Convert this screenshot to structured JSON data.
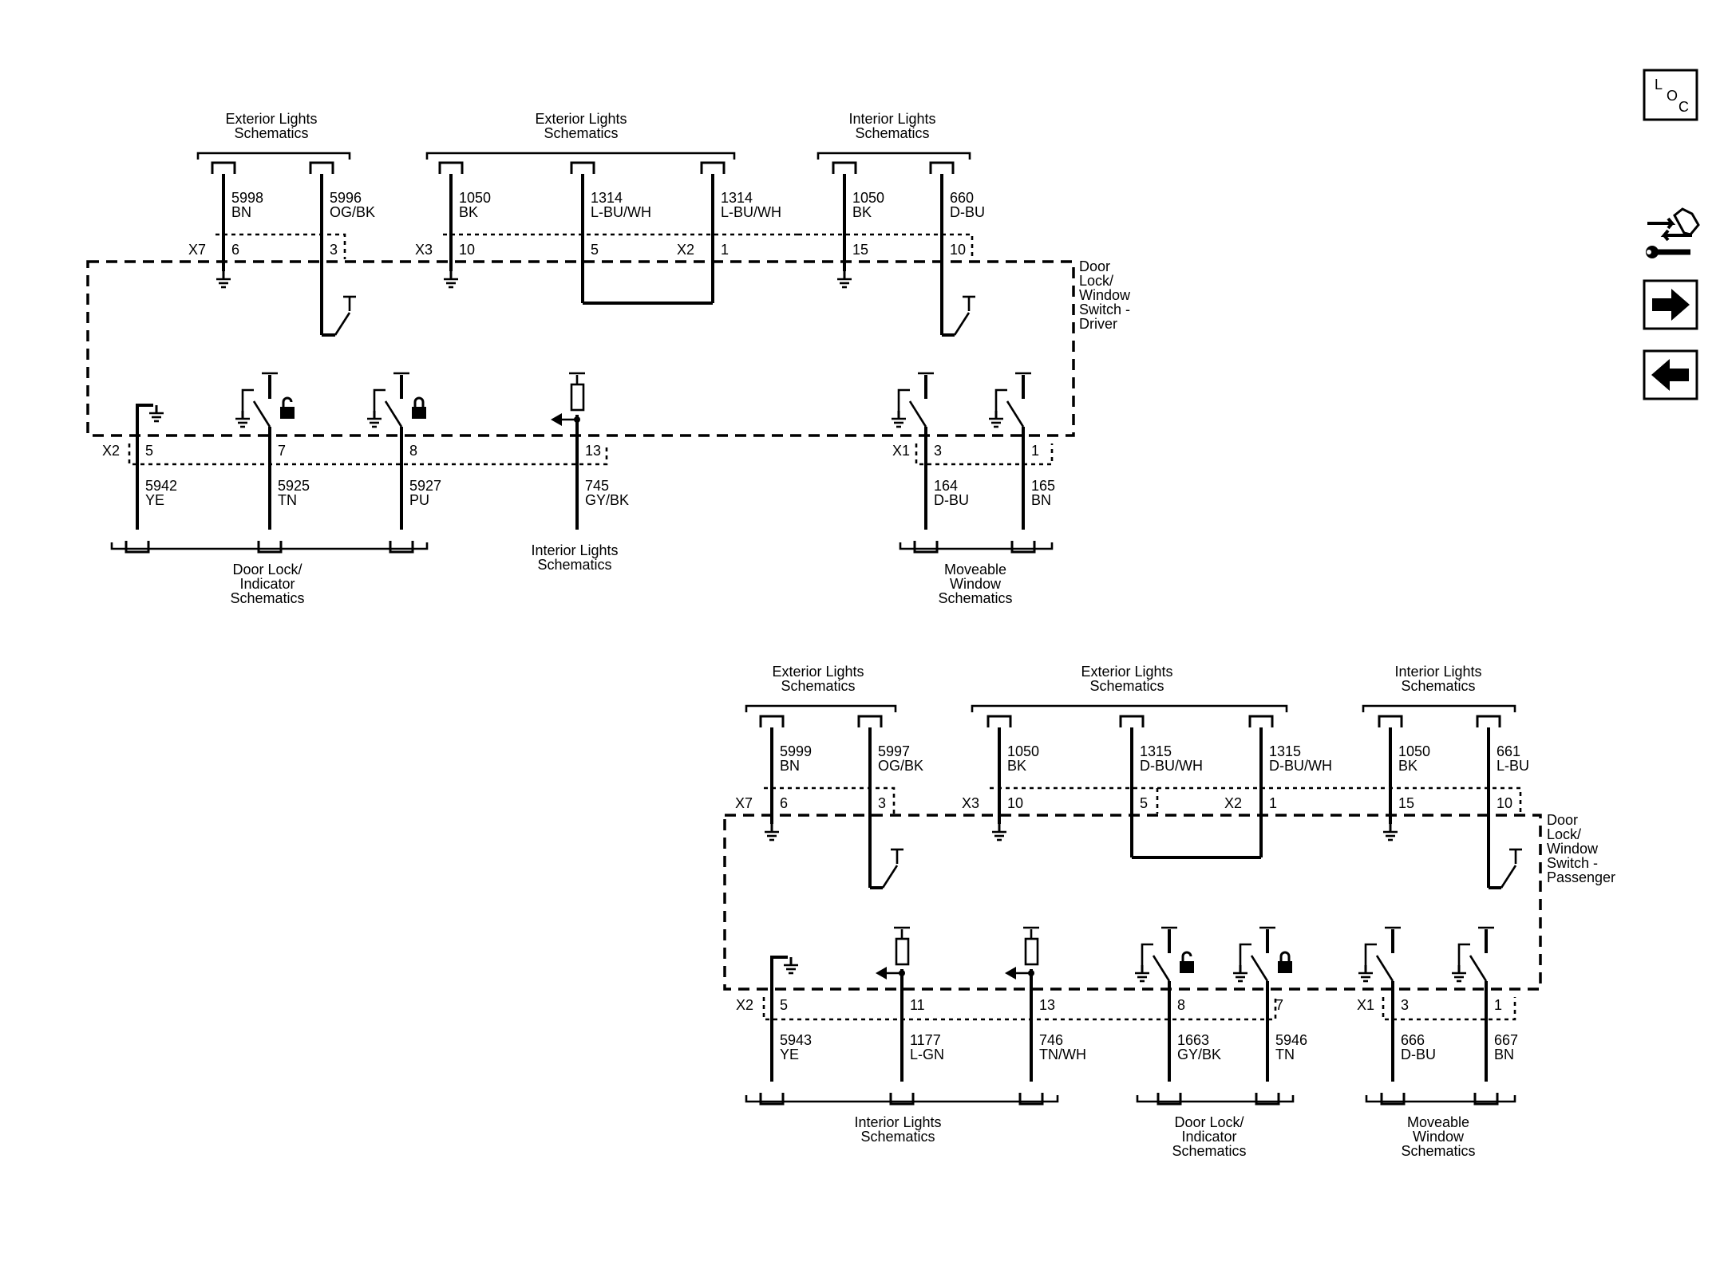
{
  "nav": {
    "loc_top": "L",
    "loc_o": "O",
    "loc_c": "C"
  },
  "driver": {
    "component": [
      "Door",
      "Lock/",
      "Window",
      "Switch -",
      "Driver"
    ],
    "headers_top": [
      [
        "Exterior Lights",
        "Schematics"
      ],
      [
        "Exterior Lights",
        "Schematics"
      ],
      [
        "Interior Lights",
        "Schematics"
      ]
    ],
    "headers_bottom": [
      [
        "Door Lock/",
        "Indicator",
        "Schematics"
      ],
      [
        "Interior Lights",
        "Schematics"
      ],
      [
        "Moveable",
        "Window",
        "Schematics"
      ]
    ],
    "connectors": {
      "x7": "X7",
      "x3": "X3",
      "x2a": "X2",
      "x2b": "X2",
      "x1": "X1"
    },
    "top_wires": [
      {
        "circuit": "5998",
        "color": "BN",
        "pin": "6"
      },
      {
        "circuit": "5996",
        "color": "OG/BK",
        "pin": "3"
      },
      {
        "circuit": "1050",
        "color": "BK",
        "pin": "10"
      },
      {
        "circuit": "1314",
        "color": "L-BU/WH",
        "pin": "5"
      },
      {
        "circuit": "1314",
        "color": "L-BU/WH",
        "pin": "1"
      },
      {
        "circuit": "1050",
        "color": "BK",
        "pin": "15"
      },
      {
        "circuit": "660",
        "color": "D-BU",
        "pin": "10"
      }
    ],
    "bottom_wires": [
      {
        "circuit": "5942",
        "color": "YE",
        "pin": "5"
      },
      {
        "circuit": "5925",
        "color": "TN",
        "pin": "7"
      },
      {
        "circuit": "5927",
        "color": "PU",
        "pin": "8"
      },
      {
        "circuit": "745",
        "color": "GY/BK",
        "pin": "13"
      },
      {
        "circuit": "164",
        "color": "D-BU",
        "pin": "3"
      },
      {
        "circuit": "165",
        "color": "BN",
        "pin": "1"
      }
    ]
  },
  "passenger": {
    "component": [
      "Door",
      "Lock/",
      "Window",
      "Switch -",
      "Passenger"
    ],
    "headers_top": [
      [
        "Exterior Lights",
        "Schematics"
      ],
      [
        "Exterior Lights",
        "Schematics"
      ],
      [
        "Interior Lights",
        "Schematics"
      ]
    ],
    "headers_bottom": [
      [
        "Interior Lights",
        "Schematics"
      ],
      [
        "Door Lock/",
        "Indicator",
        "Schematics"
      ],
      [
        "Moveable",
        "Window",
        "Schematics"
      ]
    ],
    "connectors": {
      "x7": "X7",
      "x3": "X3",
      "x2a": "X2",
      "x2b": "X2",
      "x1": "X1"
    },
    "top_wires": [
      {
        "circuit": "5999",
        "color": "BN",
        "pin": "6"
      },
      {
        "circuit": "5997",
        "color": "OG/BK",
        "pin": "3"
      },
      {
        "circuit": "1050",
        "color": "BK",
        "pin": "10"
      },
      {
        "circuit": "1315",
        "color": "D-BU/WH",
        "pin": "5"
      },
      {
        "circuit": "1315",
        "color": "D-BU/WH",
        "pin": "1"
      },
      {
        "circuit": "1050",
        "color": "BK",
        "pin": "15"
      },
      {
        "circuit": "661",
        "color": "L-BU",
        "pin": "10"
      }
    ],
    "bottom_wires": [
      {
        "circuit": "5943",
        "color": "YE",
        "pin": "5"
      },
      {
        "circuit": "1177",
        "color": "L-GN",
        "pin": "11"
      },
      {
        "circuit": "746",
        "color": "TN/WH",
        "pin": "13"
      },
      {
        "circuit": "1663",
        "color": "GY/BK",
        "pin": "8"
      },
      {
        "circuit": "5946",
        "color": "TN",
        "pin": "7"
      },
      {
        "circuit": "666",
        "color": "D-BU",
        "pin": "3"
      },
      {
        "circuit": "667",
        "color": "BN",
        "pin": "1"
      }
    ]
  }
}
